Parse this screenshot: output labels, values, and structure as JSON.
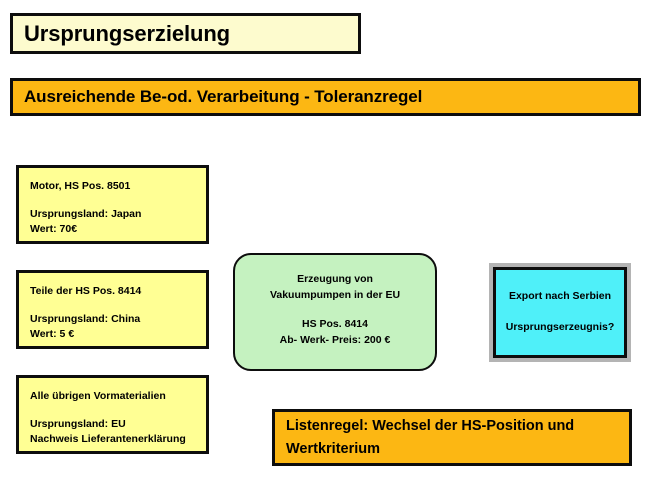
{
  "slide": {
    "title": "Ursprungserzielung",
    "banner": "Ausreichende Be-od. Verarbeitung - Toleranzregel"
  },
  "materials": [
    {
      "head": "Motor, HS Pos. 8501",
      "origin": "Ursprungsland: Japan",
      "value": "Wert: 70€"
    },
    {
      "head": "Teile der HS Pos. 8414",
      "origin": "Ursprungsland: China",
      "value": "Wert: 5 €"
    },
    {
      "head": "Alle übrigen Vormaterialien",
      "origin": "Ursprungsland: EU",
      "value": "Nachweis Lieferantenerklärung"
    }
  ],
  "production": {
    "line1": "Erzeugung von",
    "line2": "Vakuumpumpen in der EU",
    "line3": "HS Pos. 8414",
    "line4": "Ab- Werk- Preis: 200 €"
  },
  "export": {
    "line1": "Export nach Serbien",
    "line2": "Ursprungserzeugnis?"
  },
  "rule": {
    "line1": "Listenregel: Wechsel der HS-Position und",
    "line2": "Wertkriterium"
  },
  "colors": {
    "title_fill": "#fdfbce",
    "banner_fill": "#fcb713",
    "material_fill": "#ffff94",
    "production_fill": "#c5f2c0",
    "export_fill": "#4ff0f9",
    "export_frame": "#b4b4b4",
    "border": "#0d0d0d",
    "background": "#ffffff"
  }
}
